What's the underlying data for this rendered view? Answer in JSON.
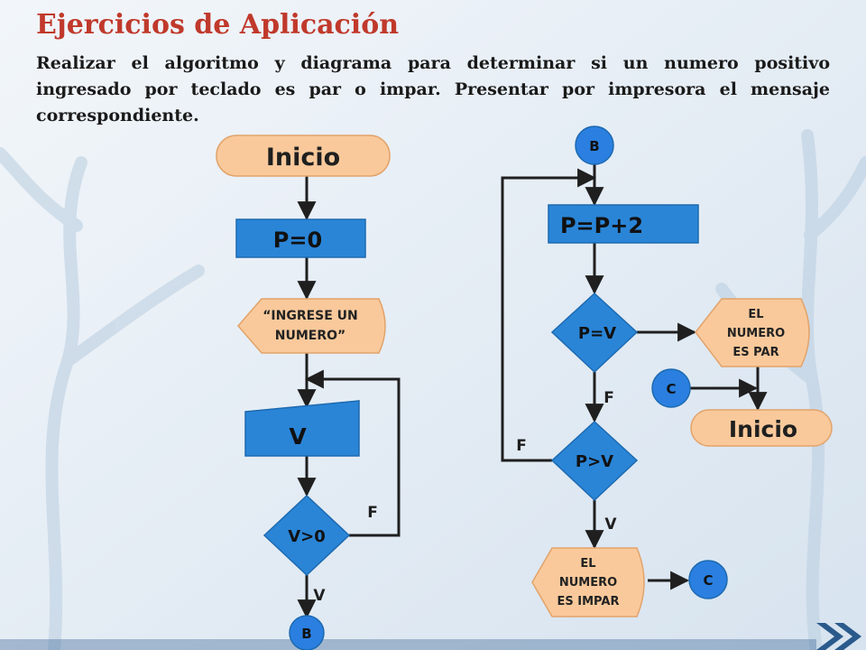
{
  "header": {
    "title": "Ejercicios de Aplicación",
    "description": "Realizar el algoritmo y diagrama para determinar si un numero positivo ingresado por teclado es par o impar. Presentar por impresora el mensaje correspondiente."
  },
  "colors": {
    "title": "#c0392b",
    "terminator_fill": "#f9c99b",
    "process_fill": "#2a85d7",
    "display_fill": "#f9c99b",
    "connector_fill": "#2a7fe0",
    "arrow": "#1f1f1f"
  },
  "flowchart_left": {
    "start": "Inicio",
    "init": "P=0",
    "prompt_line1": "“INGRESE UN",
    "prompt_line2": "NUMERO”",
    "input": "V",
    "decision": "V>0",
    "label_false": "F",
    "label_true": "V",
    "connector_out": "B"
  },
  "flowchart_right": {
    "connector_in": "B",
    "process": "P=P+2",
    "decision_equal": "P=V",
    "even_line1": "EL",
    "even_line2": "NUMERO",
    "even_line3": "ES PAR",
    "connector_c_top": "C",
    "end": "Inicio",
    "label_false_equal": "F",
    "label_false_greater": "F",
    "decision_greater": "P>V",
    "label_true_greater": "V",
    "odd_line1": "EL",
    "odd_line2": "NUMERO",
    "odd_line3": "ES IMPAR",
    "connector_c_bottom": "C"
  }
}
